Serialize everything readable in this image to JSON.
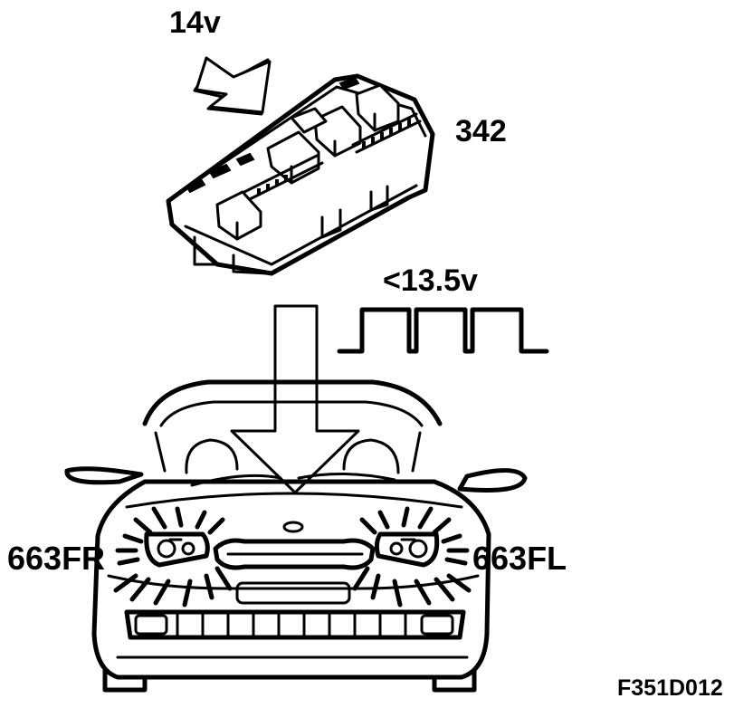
{
  "labels": {
    "supply_voltage": "14v",
    "relay_box": "342",
    "pwm_voltage": "<13.5v",
    "headlamp_right": "663FR",
    "headlamp_left": "663FL",
    "figure_code": "F351D012"
  }
}
